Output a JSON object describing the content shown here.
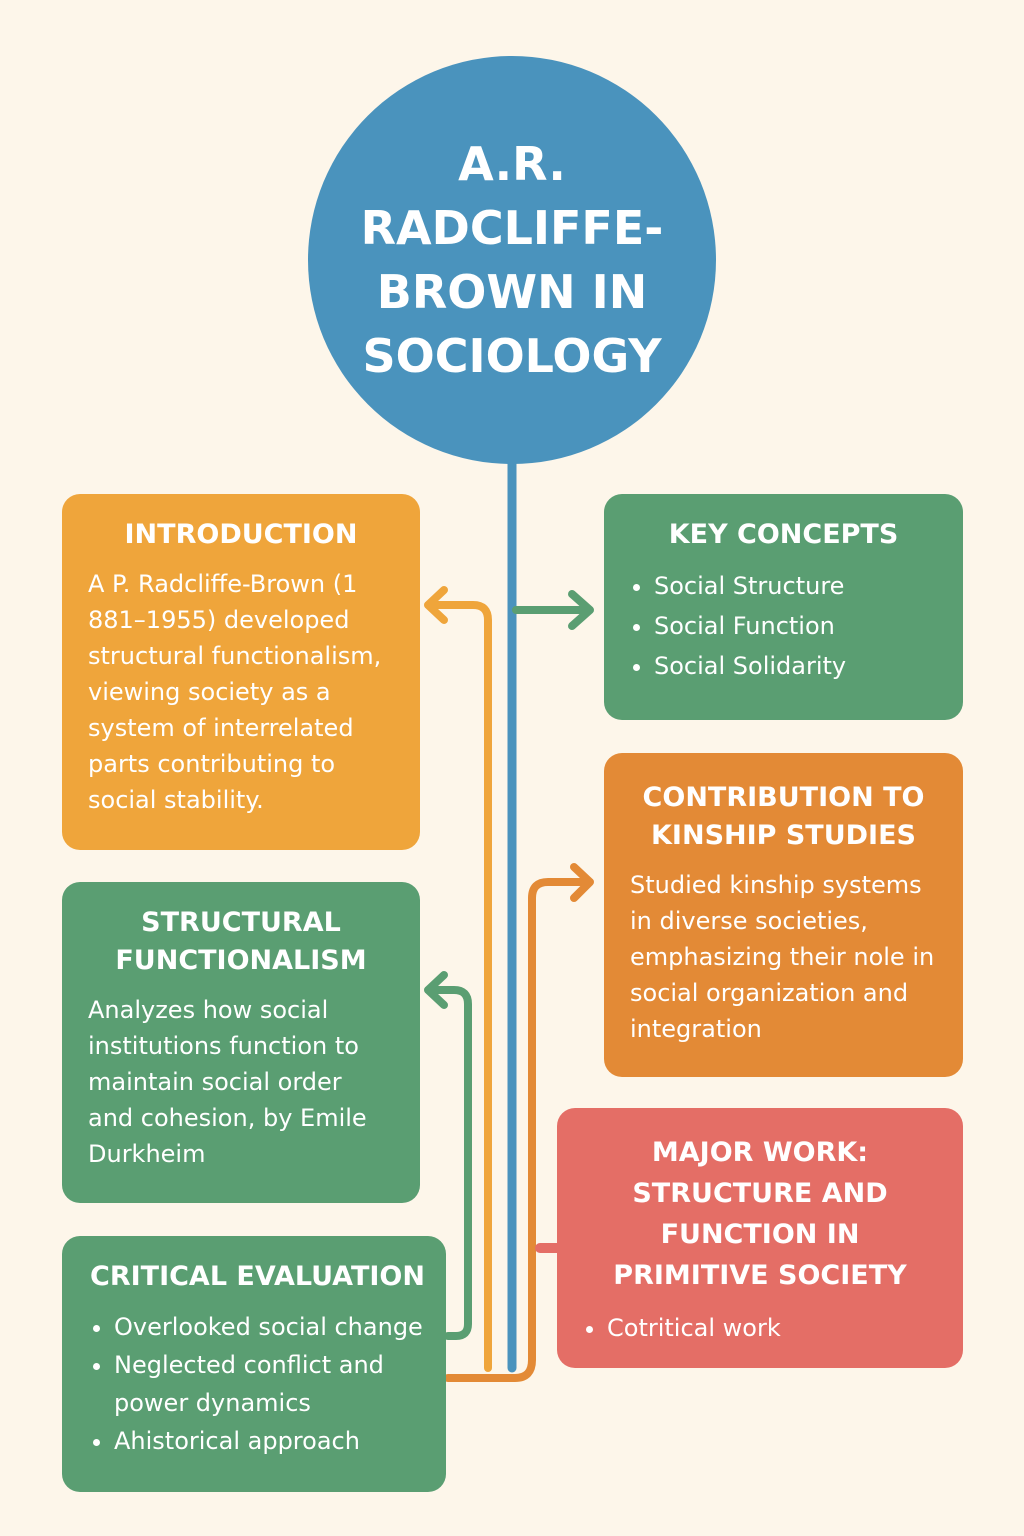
{
  "title": "A.R. RADCLIFFE-BROWN IN SOCIOLOGY",
  "colors": {
    "background": "#fdf6ea",
    "blue": "#4a93bd",
    "orange": "#efa53b",
    "green": "#5a9e72",
    "dark_orange": "#e38a36",
    "red": "#e46e66"
  },
  "introduction": {
    "heading": "INTRODUCTION",
    "text": "A P. Radcliffe-Brown (1 881–1955) developed structural functionalism, viewing society as a system of interrelated parts contributing to social stability."
  },
  "key_concepts": {
    "heading": "KEY CONCEPTS",
    "items": [
      "Social Structure",
      "Social Function",
      "Social Solidarity"
    ]
  },
  "kinship": {
    "heading": "CONTRIBUTION TO KINSHIP STUDIES",
    "text": "Studied kinship systems in diverse societies, emphasizing their nole in social organization and integration"
  },
  "structural": {
    "heading": "STRUCTURAL FUNCTIONALISM",
    "text": "Analyzes how social institutions function to maintain social order and cohesion, by Emile Durkheim"
  },
  "major_work": {
    "heading": "MAJOR WORK: STRUCTURE AND FUNCTION IN PRIMITIVE SOCIETY",
    "items": [
      "Cotritical work"
    ]
  },
  "critical": {
    "heading": "CRITICAL EVALUATION",
    "items": [
      "Overlooked social change",
      "Neglected conflict and power dynamics",
      "Ahistorical approach"
    ]
  }
}
